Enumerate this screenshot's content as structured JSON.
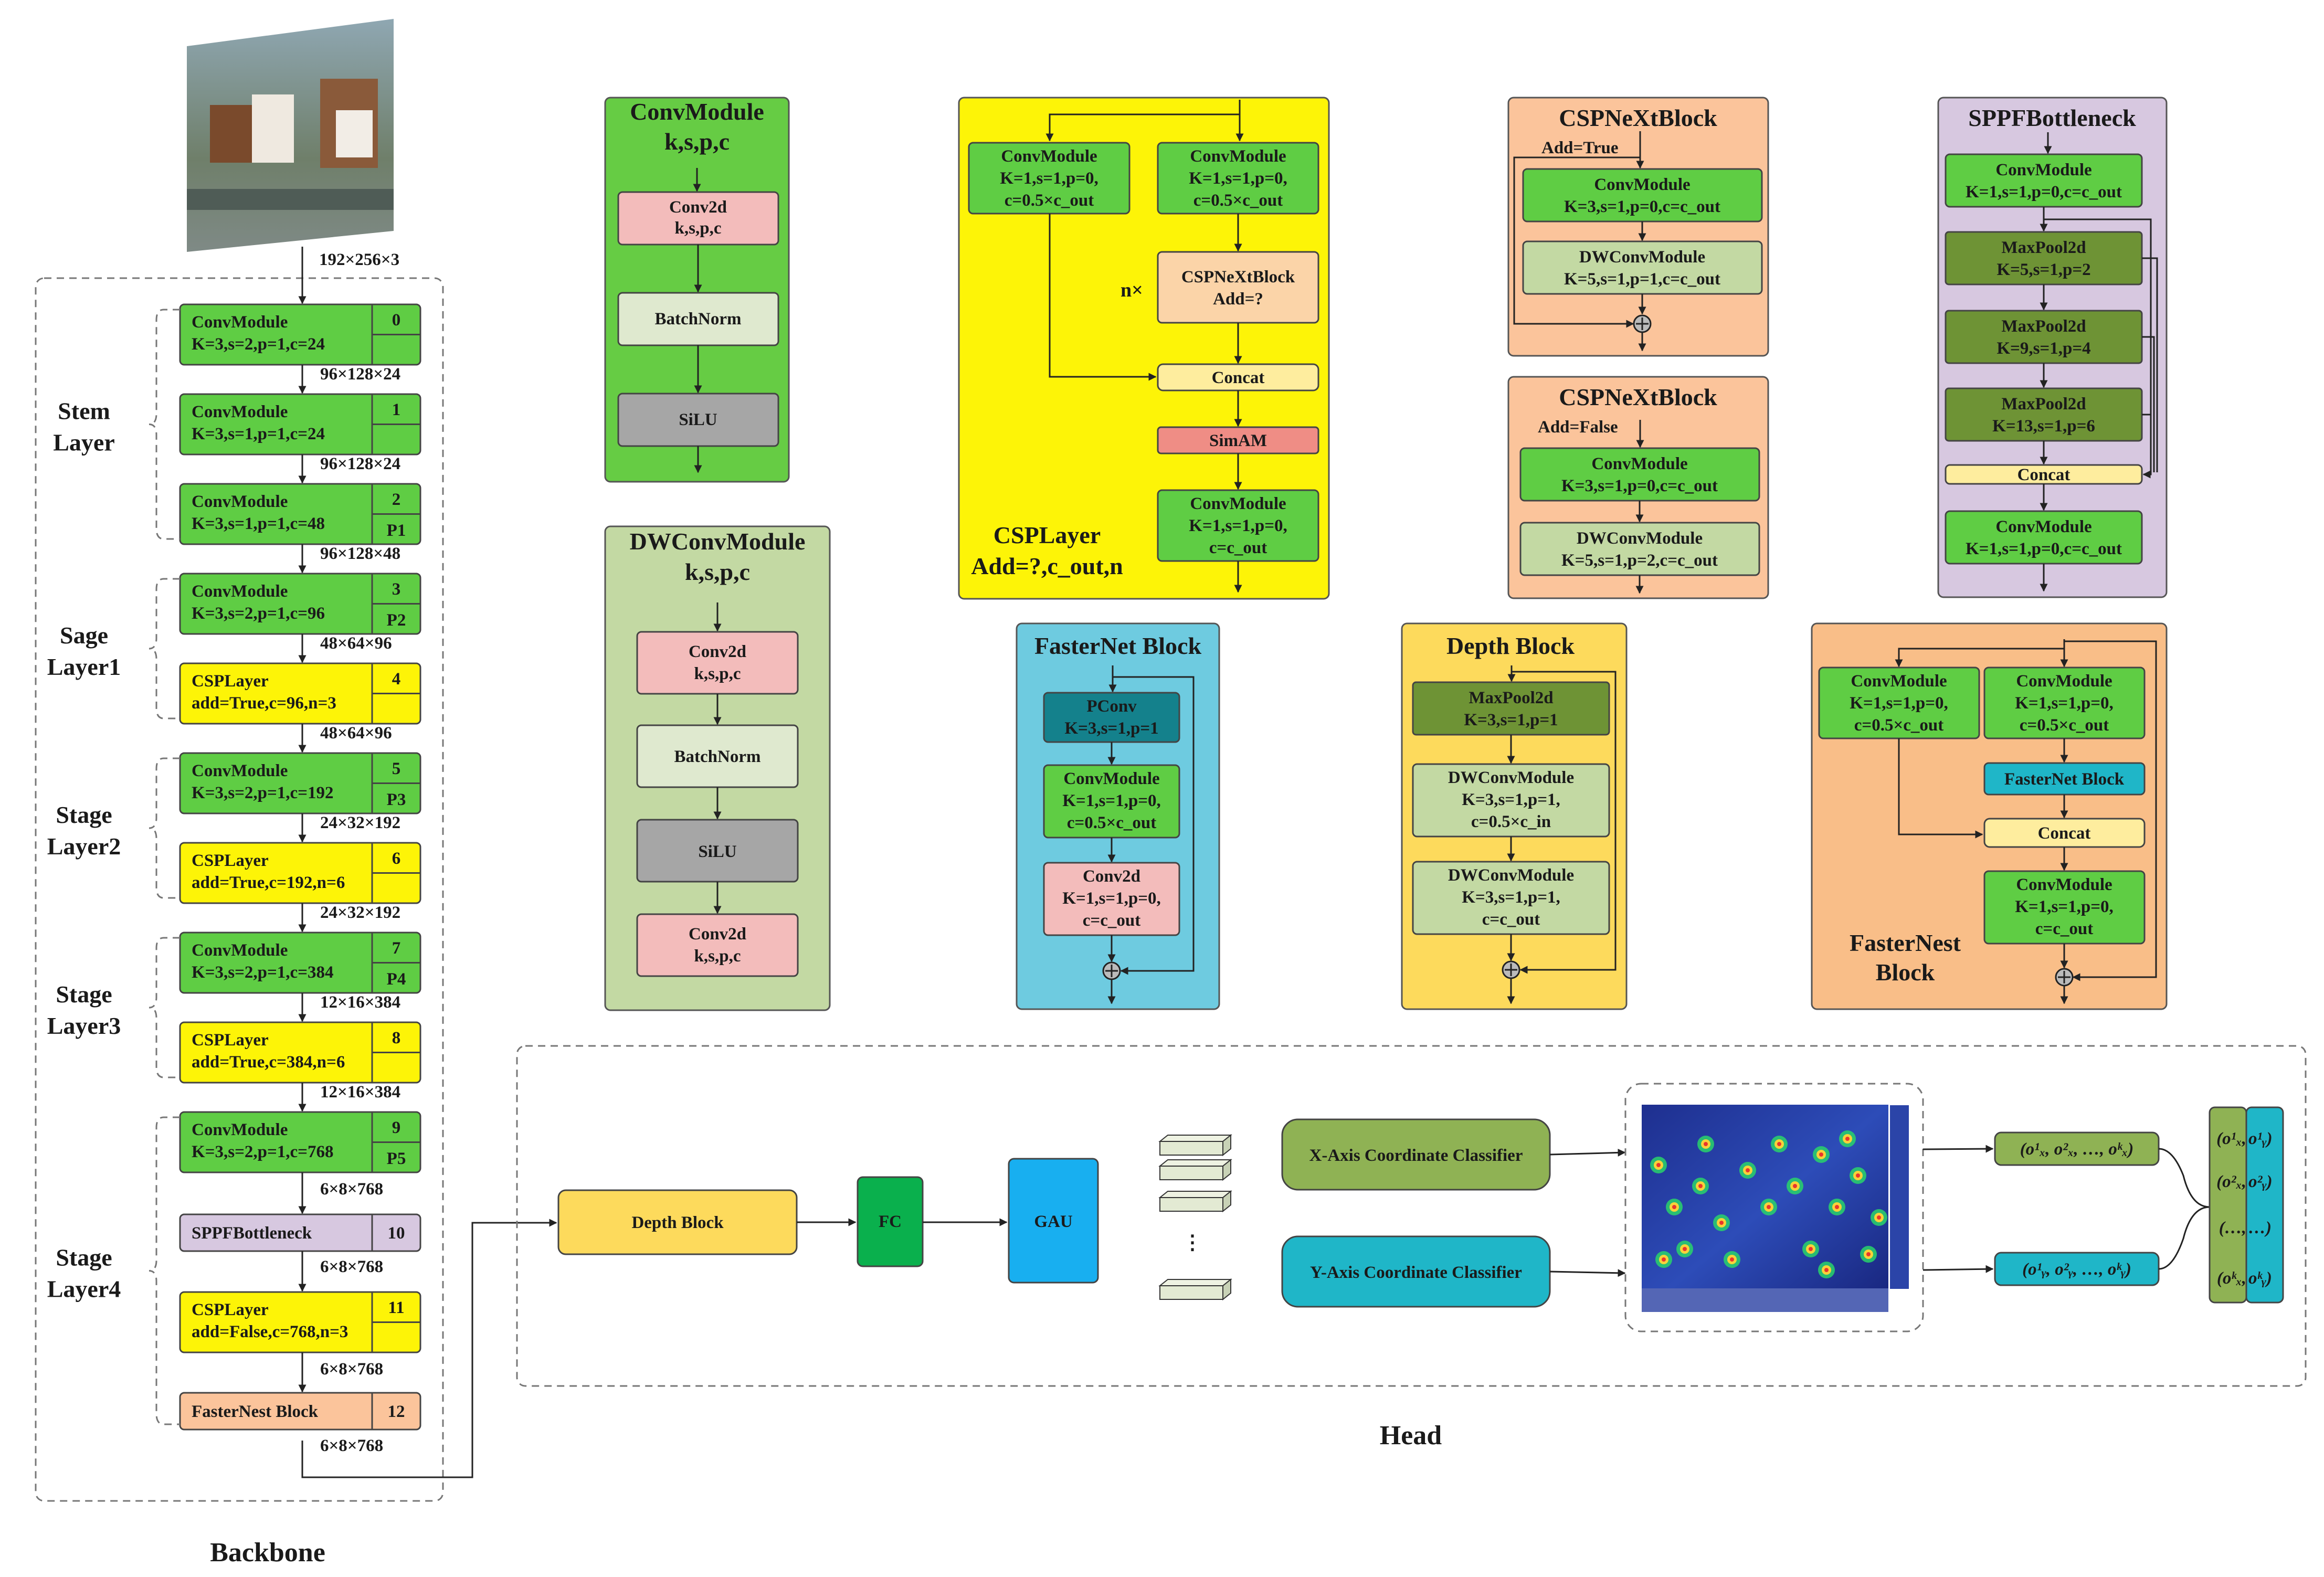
{
  "colors": {
    "green": "#5fcd44",
    "yellow": "#fdf407",
    "purple": "#d7c8e0",
    "peach": "#fbc49b",
    "orange_panel": "#f9be88",
    "conv_module_panel": "#66cc44",
    "dw_panel": "#c3d9a3",
    "depth_panel": "#fdda5c",
    "fasternet_panel": "#6ecbe0",
    "pink": "#f3bcbb",
    "light_green": "#dfe9cf",
    "gray": "#a6a6a6",
    "dark_green": "#6e9335",
    "teal": "#14818c",
    "simam": "#ef8d85",
    "concat": "#feed9e",
    "fc": "#0ab04d",
    "gau": "#18aff0",
    "x_classifier": "#8fb254",
    "y_classifier": "#1fb6c8"
  },
  "input_image": {
    "caption": "cattle input image"
  },
  "backbone": {
    "title": "Backbone",
    "input_dim": "192×256×3",
    "layer_labels": [
      [
        "Stem",
        "Layer"
      ],
      [
        "Sage",
        "Layer1"
      ],
      [
        "Stage",
        "Layer2"
      ],
      [
        "Stage",
        "Layer3"
      ],
      [
        "Stage",
        "Layer4"
      ]
    ],
    "blocks": [
      {
        "line1": "ConvModule",
        "line2": "K=3,s=2,p=1,c=24",
        "index": "0",
        "tag": "",
        "dim_after": "96×128×24"
      },
      {
        "line1": "ConvModule",
        "line2": "K=3,s=1,p=1,c=24",
        "index": "1",
        "tag": "",
        "dim_after": "96×128×24"
      },
      {
        "line1": "ConvModule",
        "line2": "K=3,s=1,p=1,c=48",
        "index": "2",
        "tag": "P1",
        "dim_after": "96×128×48"
      },
      {
        "line1": "ConvModule",
        "line2": "K=3,s=2,p=1,c=96",
        "index": "3",
        "tag": "P2",
        "dim_after": "48×64×96"
      },
      {
        "line1": "CSPLayer",
        "line2": "add=True,c=96,n=3",
        "index": "4",
        "tag": "",
        "dim_after": "48×64×96"
      },
      {
        "line1": "ConvModule",
        "line2": "K=3,s=2,p=1,c=192",
        "index": "5",
        "tag": "P3",
        "dim_after": "24×32×192"
      },
      {
        "line1": "CSPLayer",
        "line2": "add=True,c=192,n=6",
        "index": "6",
        "tag": "",
        "dim_after": "24×32×192"
      },
      {
        "line1": "ConvModule",
        "line2": "K=3,s=2,p=1,c=384",
        "index": "7",
        "tag": "P4",
        "dim_after": "12×16×384"
      },
      {
        "line1": "CSPLayer",
        "line2": "add=True,c=384,n=6",
        "index": "8",
        "tag": "",
        "dim_after": "12×16×384"
      },
      {
        "line1": "ConvModule",
        "line2": "K=3,s=2,p=1,c=768",
        "index": "9",
        "tag": "P5",
        "dim_after": "6×8×768"
      },
      {
        "line1": "SPPFBottleneck",
        "line2": "",
        "index": "10",
        "tag": "",
        "dim_after": "6×8×768"
      },
      {
        "line1": "CSPLayer",
        "line2": "add=False,c=768,n=3",
        "index": "11",
        "tag": "",
        "dim_after": "6×8×768"
      },
      {
        "line1": "FasterNest Block",
        "line2": "",
        "index": "12",
        "tag": "",
        "dim_after": "6×8×768"
      }
    ]
  },
  "conv_module": {
    "title": "ConvModule",
    "subtitle": "k,s,p,c",
    "conv2d": [
      "Conv2d",
      "k,s,p,c"
    ],
    "batchnorm": "BatchNorm",
    "silu": "SiLU"
  },
  "dw_conv_module": {
    "title": "DWConvModule",
    "subtitle": "k,s,p,c",
    "conv2d_a": [
      "Conv2d",
      "k,s,p,c"
    ],
    "batchnorm": "BatchNorm",
    "silu": "SiLU",
    "conv2d_b": [
      "Conv2d",
      "k,s,p,c"
    ]
  },
  "csp_layer": {
    "title": "CSPLayer",
    "subtitle": "Add=?,c_out,n",
    "left_conv": [
      "ConvModule",
      "K=1,s=1,p=0,",
      "c=0.5×c_out"
    ],
    "right_conv": [
      "ConvModule",
      "K=1,s=1,p=0,",
      "c=0.5×c_out"
    ],
    "repeat": "n×",
    "block": [
      "CSPNeXtBlock",
      "Add=?"
    ],
    "concat": "Concat",
    "simam": "SimAM",
    "out_conv": [
      "ConvModule",
      "K=1,s=1,p=0,",
      "c=c_out"
    ]
  },
  "cspnext_true": {
    "title": "CSPNeXtBlock",
    "add": "Add=True",
    "conv": [
      "ConvModule",
      "K=3,s=1,p=0,c=c_out"
    ],
    "dwconv": [
      "DWConvModule",
      "K=5,s=1,p=1,c=c_out"
    ]
  },
  "cspnext_false": {
    "title": "CSPNeXtBlock",
    "add": "Add=False",
    "conv": [
      "ConvModule",
      "K=3,s=1,p=0,c=c_out"
    ],
    "dwconv": [
      "DWConvModule",
      "K=5,s=1,p=2,c=c_out"
    ]
  },
  "sppf": {
    "title": "SPPFBottleneck",
    "conv_in": [
      "ConvModule",
      "K=1,s=1,p=0,c=c_out"
    ],
    "pools": [
      [
        "MaxPool2d",
        "K=5,s=1,p=2"
      ],
      [
        "MaxPool2d",
        "K=9,s=1,p=4"
      ],
      [
        "MaxPool2d",
        "K=13,s=1,p=6"
      ]
    ],
    "concat": "Concat",
    "conv_out": [
      "ConvModule",
      "K=1,s=1,p=0,c=c_out"
    ]
  },
  "fasternet": {
    "title": "FasterNet Block",
    "pconv": [
      "PConv",
      "K=3,s=1,p=1"
    ],
    "conv": [
      "ConvModule",
      "K=1,s=1,p=0,",
      "c=0.5×c_out"
    ],
    "conv2d": [
      "Conv2d",
      "K=1,s=1,p=0,",
      "c=c_out"
    ]
  },
  "depth_block": {
    "title": "Depth Block",
    "pool": [
      "MaxPool2d",
      "K=3,s=1,p=1"
    ],
    "dw1": [
      "DWConvModule",
      "K=3,s=1,p=1,",
      "c=0.5×c_in"
    ],
    "dw2": [
      "DWConvModule",
      "K=3,s=1,p=1,",
      "c=c_out"
    ]
  },
  "fasternest": {
    "title": [
      "FasterNest",
      "Block"
    ],
    "left_conv": [
      "ConvModule",
      "K=1,s=1,p=0,",
      "c=0.5×c_out"
    ],
    "right_conv": [
      "ConvModule",
      "K=1,s=1,p=0,",
      "c=0.5×c_out"
    ],
    "inner": "FasterNet Block",
    "concat": "Concat",
    "out_conv": [
      "ConvModule",
      "K=1,s=1,p=0,",
      "c=c_out"
    ]
  },
  "head": {
    "title": "Head",
    "depth_block": "Depth Block",
    "fc": "FC",
    "gau": "GAU",
    "ellipsis": "⋮",
    "x_classifier": "X-Axis Coordinate Classifier",
    "y_classifier": "Y-Axis Coordinate Classifier",
    "x_output": "(o¹ₓ, o²ₓ, …, oᵏₓ)",
    "y_output": "(o¹ᵧ, o²ᵧ, …, oᵏᵧ)",
    "final_x": [
      "o¹ₓ",
      "o²ₓ",
      "…",
      "oᵏₓ"
    ],
    "final_y": [
      "o¹ᵧ",
      "o²ᵧ",
      "…",
      "oᵏᵧ"
    ]
  }
}
